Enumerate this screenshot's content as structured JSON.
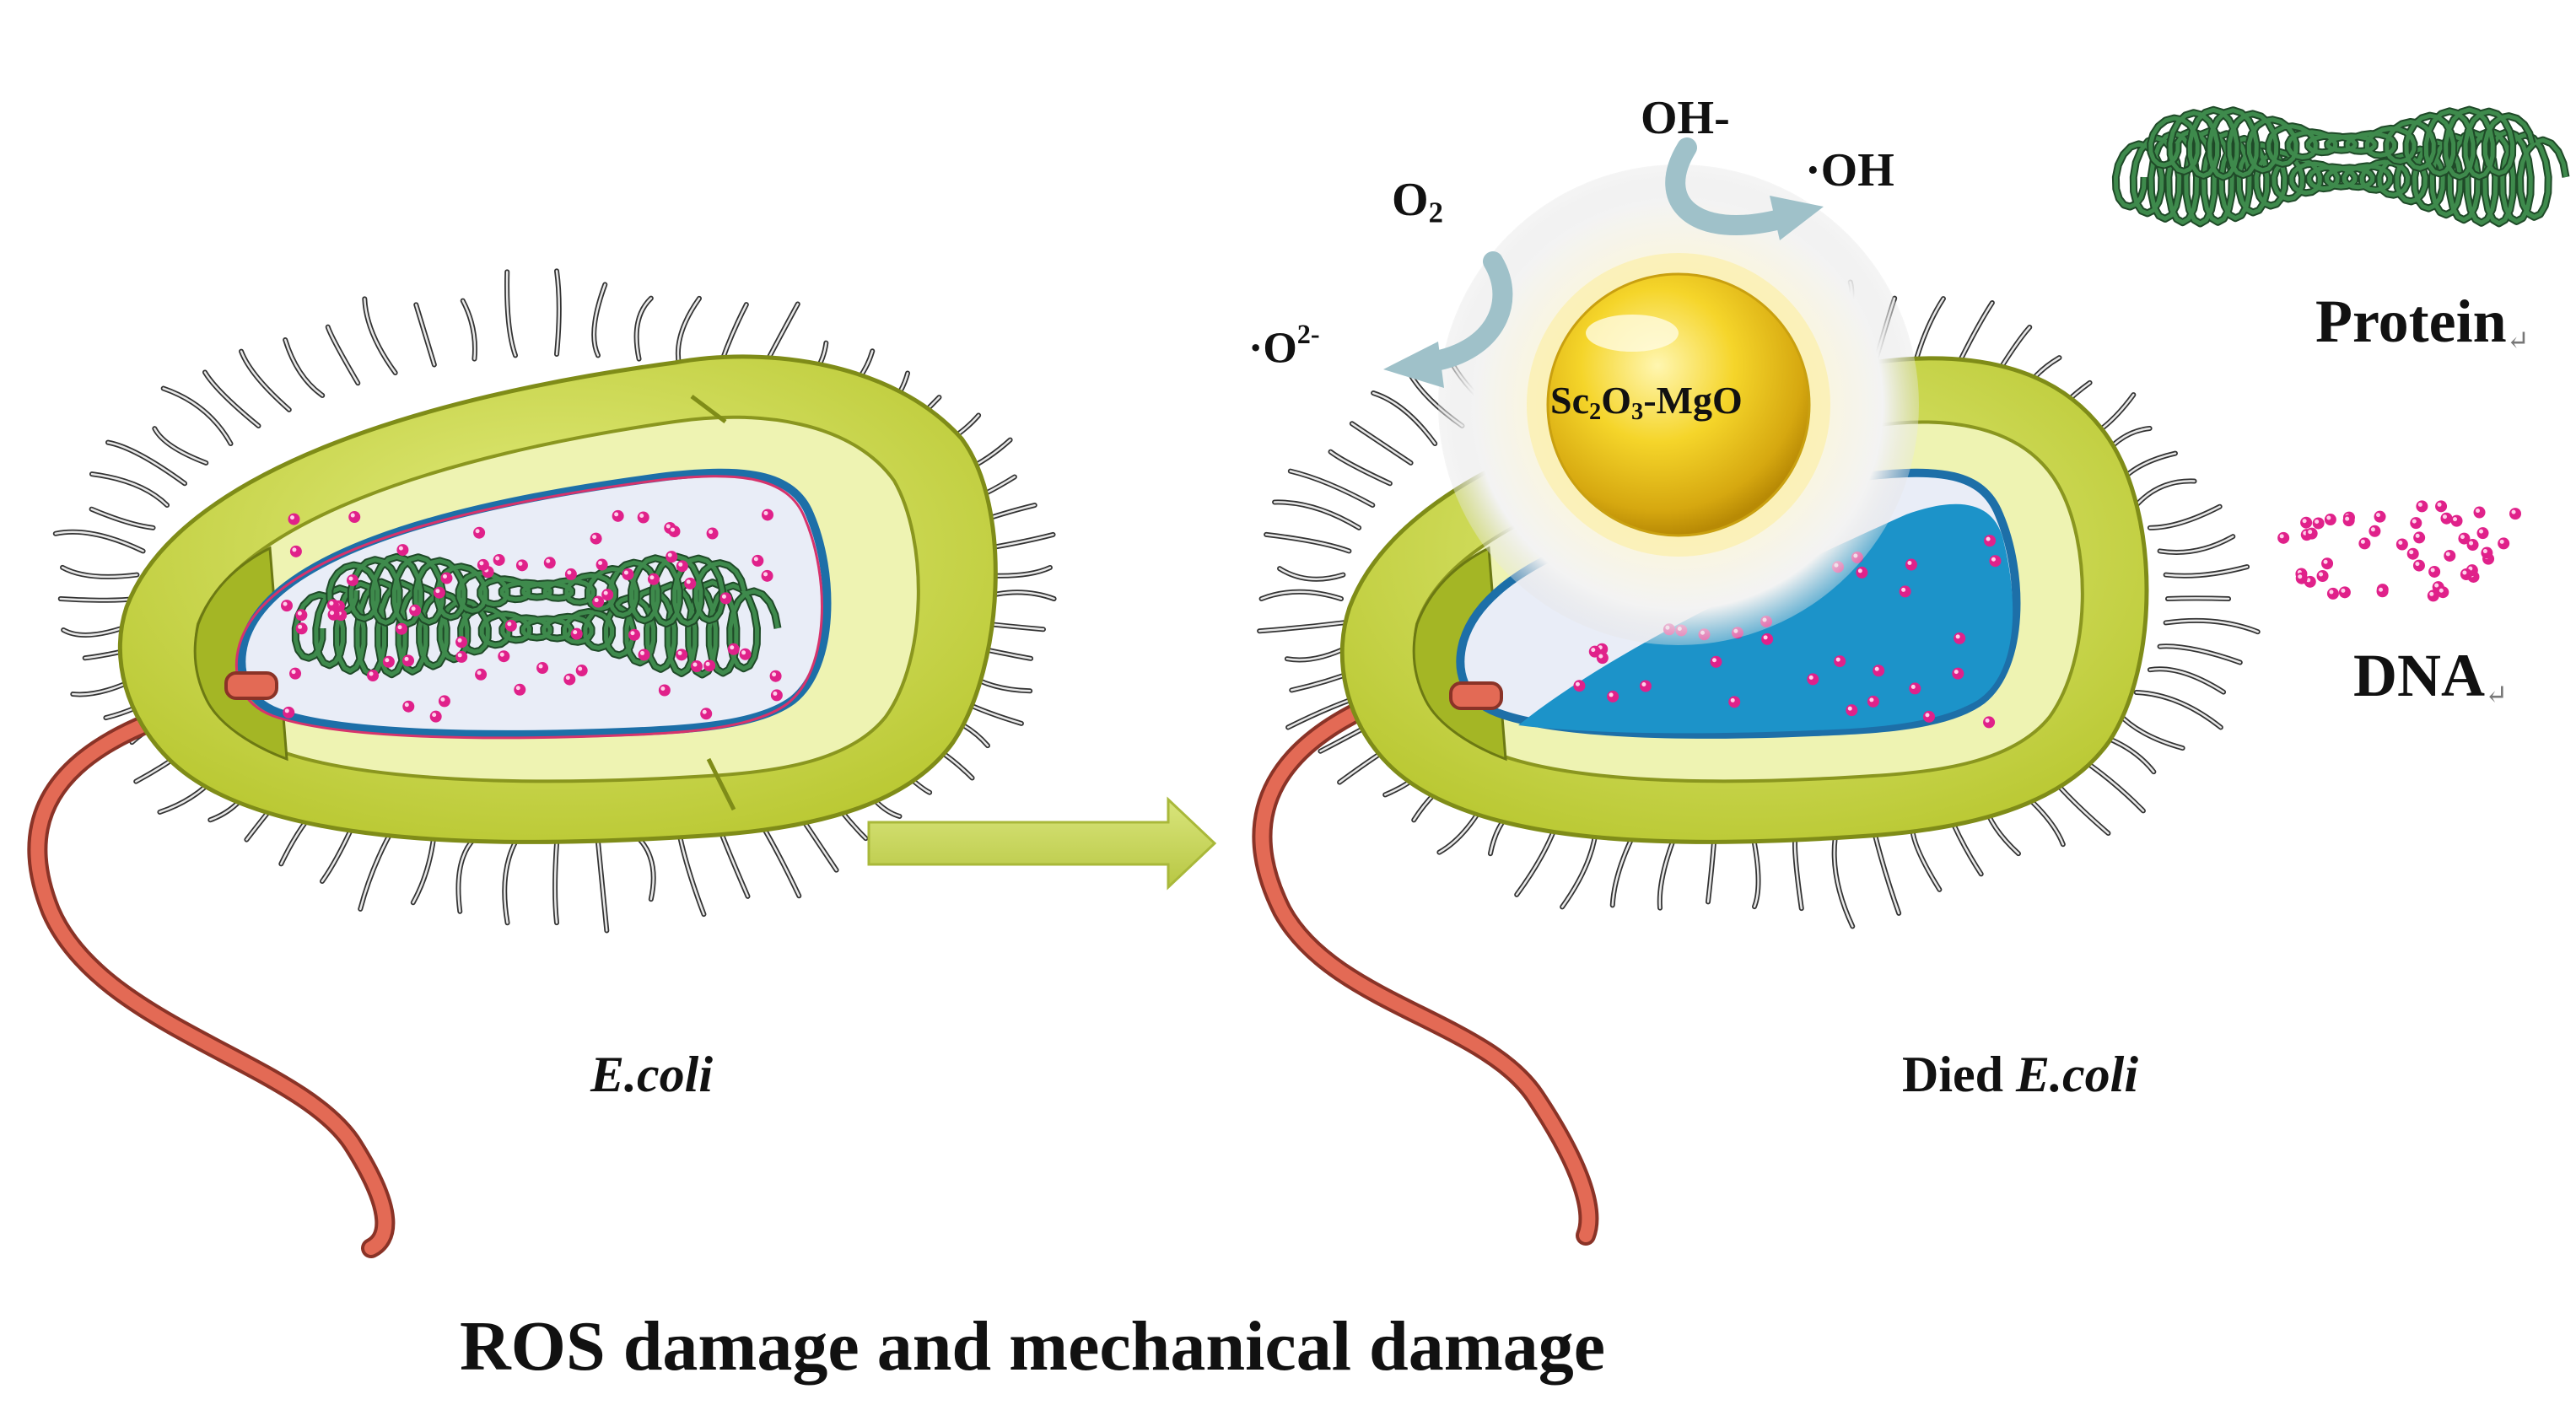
{
  "labels": {
    "left_cell": "E.coli",
    "right_cell_prefix": "Died",
    "right_cell_italic": "E.coli",
    "particle_main": "Sc",
    "particle_sub1": "2",
    "particle_mid": "O",
    "particle_sub2": "3",
    "particle_tail": "-MgO",
    "o2_main": "O",
    "o2_sub": "2",
    "superoxide_main": "·O",
    "superoxide_sup": "2-",
    "hydroxide": "OH-",
    "hydroxyl": "·OH",
    "legend_protein": "Protein",
    "legend_dna": "DNA",
    "return_mark": "↵",
    "caption": "ROS damage and mechanical damage"
  },
  "colors": {
    "cell_wall": "#c9d63a",
    "cell_wall_light": "#e6ee9a",
    "cytoplasm": "#e8ecf6",
    "damaged_cytoplasm": "#1c93c9",
    "membrane_blue": "#1d6fa8",
    "membrane_pink": "#d6336c",
    "flagellum": "#e0604f",
    "protein_green": "#3e8a4c",
    "dna_pink": "#e0218a",
    "particle_gold": "#f2cf1e",
    "ros_arrow": "#9fc1c9",
    "process_arrow": "#cad95c"
  }
}
